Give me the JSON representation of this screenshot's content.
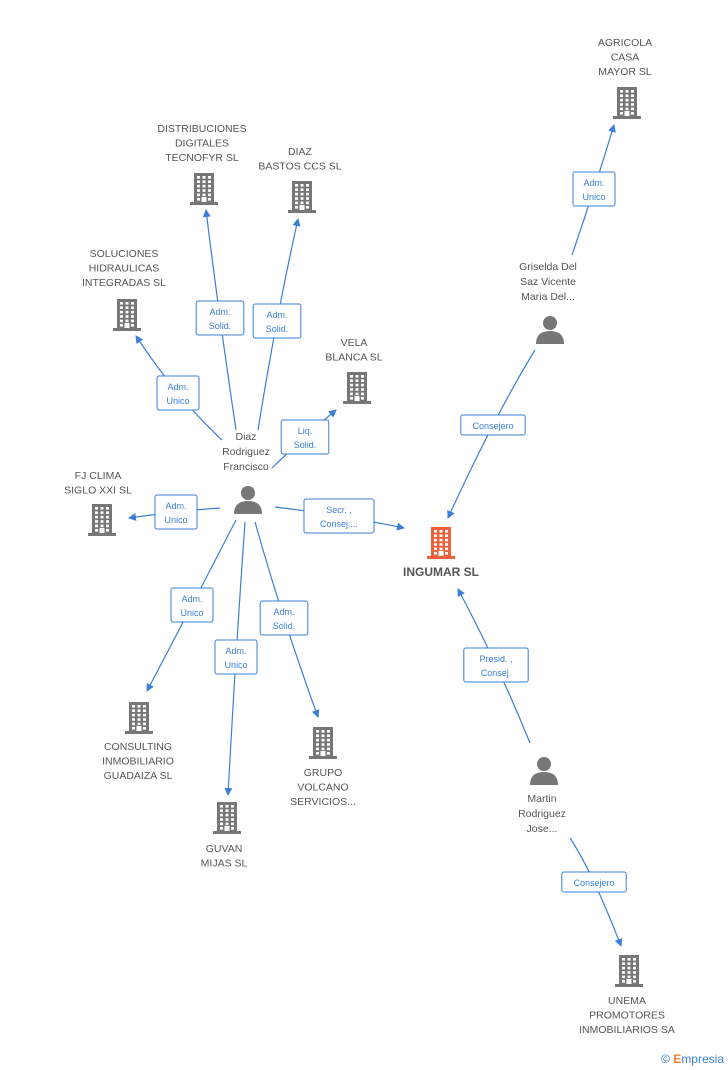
{
  "colors": {
    "edge": "#3a7fd5",
    "node": "#777777",
    "main_node": "#f0603a",
    "text": "#555555"
  },
  "nodes": [
    {
      "id": "ingumar",
      "type": "company",
      "main": true,
      "lines": [
        "INGUMAR SL"
      ]
    },
    {
      "id": "diaz_rf",
      "type": "person",
      "lines": [
        "Diaz",
        "Rodriguez",
        "Francisco"
      ]
    },
    {
      "id": "griselda",
      "type": "person",
      "lines": [
        "Griselda Del",
        "Saz Vicente",
        "Maria Del..."
      ]
    },
    {
      "id": "martin",
      "type": "person",
      "lines": [
        "Martin",
        "Rodriguez",
        "Jose..."
      ]
    },
    {
      "id": "agricola",
      "type": "company",
      "lines": [
        "AGRICOLA",
        "CASA",
        "MAYOR SL"
      ]
    },
    {
      "id": "distribuciones",
      "type": "company",
      "lines": [
        "DISTRIBUCIONES",
        "DIGITALES",
        "TECNOFYR SL"
      ]
    },
    {
      "id": "diazbastos",
      "type": "company",
      "lines": [
        "DIAZ",
        "BASTOS CCS SL"
      ]
    },
    {
      "id": "soluciones",
      "type": "company",
      "lines": [
        "SOLUCIONES",
        "HIDRAULICAS",
        "INTEGRADAS SL"
      ]
    },
    {
      "id": "vela",
      "type": "company",
      "lines": [
        "VELA",
        "BLANCA SL"
      ]
    },
    {
      "id": "fjclima",
      "type": "company",
      "lines": [
        "FJ CLIMA",
        "SIGLO XXI SL"
      ]
    },
    {
      "id": "consulting",
      "type": "company",
      "lines": [
        "CONSULTING",
        "INMOBILIARIO",
        "GUADAIZA SL"
      ]
    },
    {
      "id": "guvan",
      "type": "company",
      "lines": [
        "GUVAN",
        "MIJAS SL"
      ]
    },
    {
      "id": "grupo",
      "type": "company",
      "lines": [
        "GRUPO",
        "VOLCANO",
        "SERVICIOS..."
      ]
    },
    {
      "id": "unema",
      "type": "company",
      "lines": [
        "UNEMA",
        "PROMOTORES",
        "INMOBILIARIOS SA"
      ]
    }
  ],
  "edges": [
    {
      "from": "griselda",
      "to": "agricola",
      "label": [
        "Adm.",
        "Unico"
      ]
    },
    {
      "from": "griselda",
      "to": "ingumar",
      "label": [
        "Consejero"
      ]
    },
    {
      "from": "diaz_rf",
      "to": "distribuciones",
      "label": [
        "Adm.",
        "Solid."
      ]
    },
    {
      "from": "diaz_rf",
      "to": "diazbastos",
      "label": [
        "Adm.",
        "Solid."
      ]
    },
    {
      "from": "diaz_rf",
      "to": "soluciones",
      "label": [
        "Adm.",
        "Unico"
      ]
    },
    {
      "from": "diaz_rf",
      "to": "vela",
      "label": [
        "Liq.",
        "Solid."
      ]
    },
    {
      "from": "diaz_rf",
      "to": "fjclima",
      "label": [
        "Adm.",
        "Unico"
      ]
    },
    {
      "from": "diaz_rf",
      "to": "ingumar",
      "label": [
        "Secr. ,",
        "Consej...."
      ]
    },
    {
      "from": "diaz_rf",
      "to": "consulting",
      "label": [
        "Adm.",
        "Unico"
      ]
    },
    {
      "from": "diaz_rf",
      "to": "guvan",
      "label": [
        "Adm.",
        "Unico"
      ]
    },
    {
      "from": "diaz_rf",
      "to": "grupo",
      "label": [
        "Adm.",
        "Solid."
      ]
    },
    {
      "from": "martin",
      "to": "ingumar",
      "label": [
        "Presid. ,",
        "Consej."
      ]
    },
    {
      "from": "martin",
      "to": "unema",
      "label": [
        "Consejero"
      ]
    }
  ],
  "footer": {
    "copyright": "©",
    "brand_initial": "E",
    "brand_rest": "mpresia"
  }
}
